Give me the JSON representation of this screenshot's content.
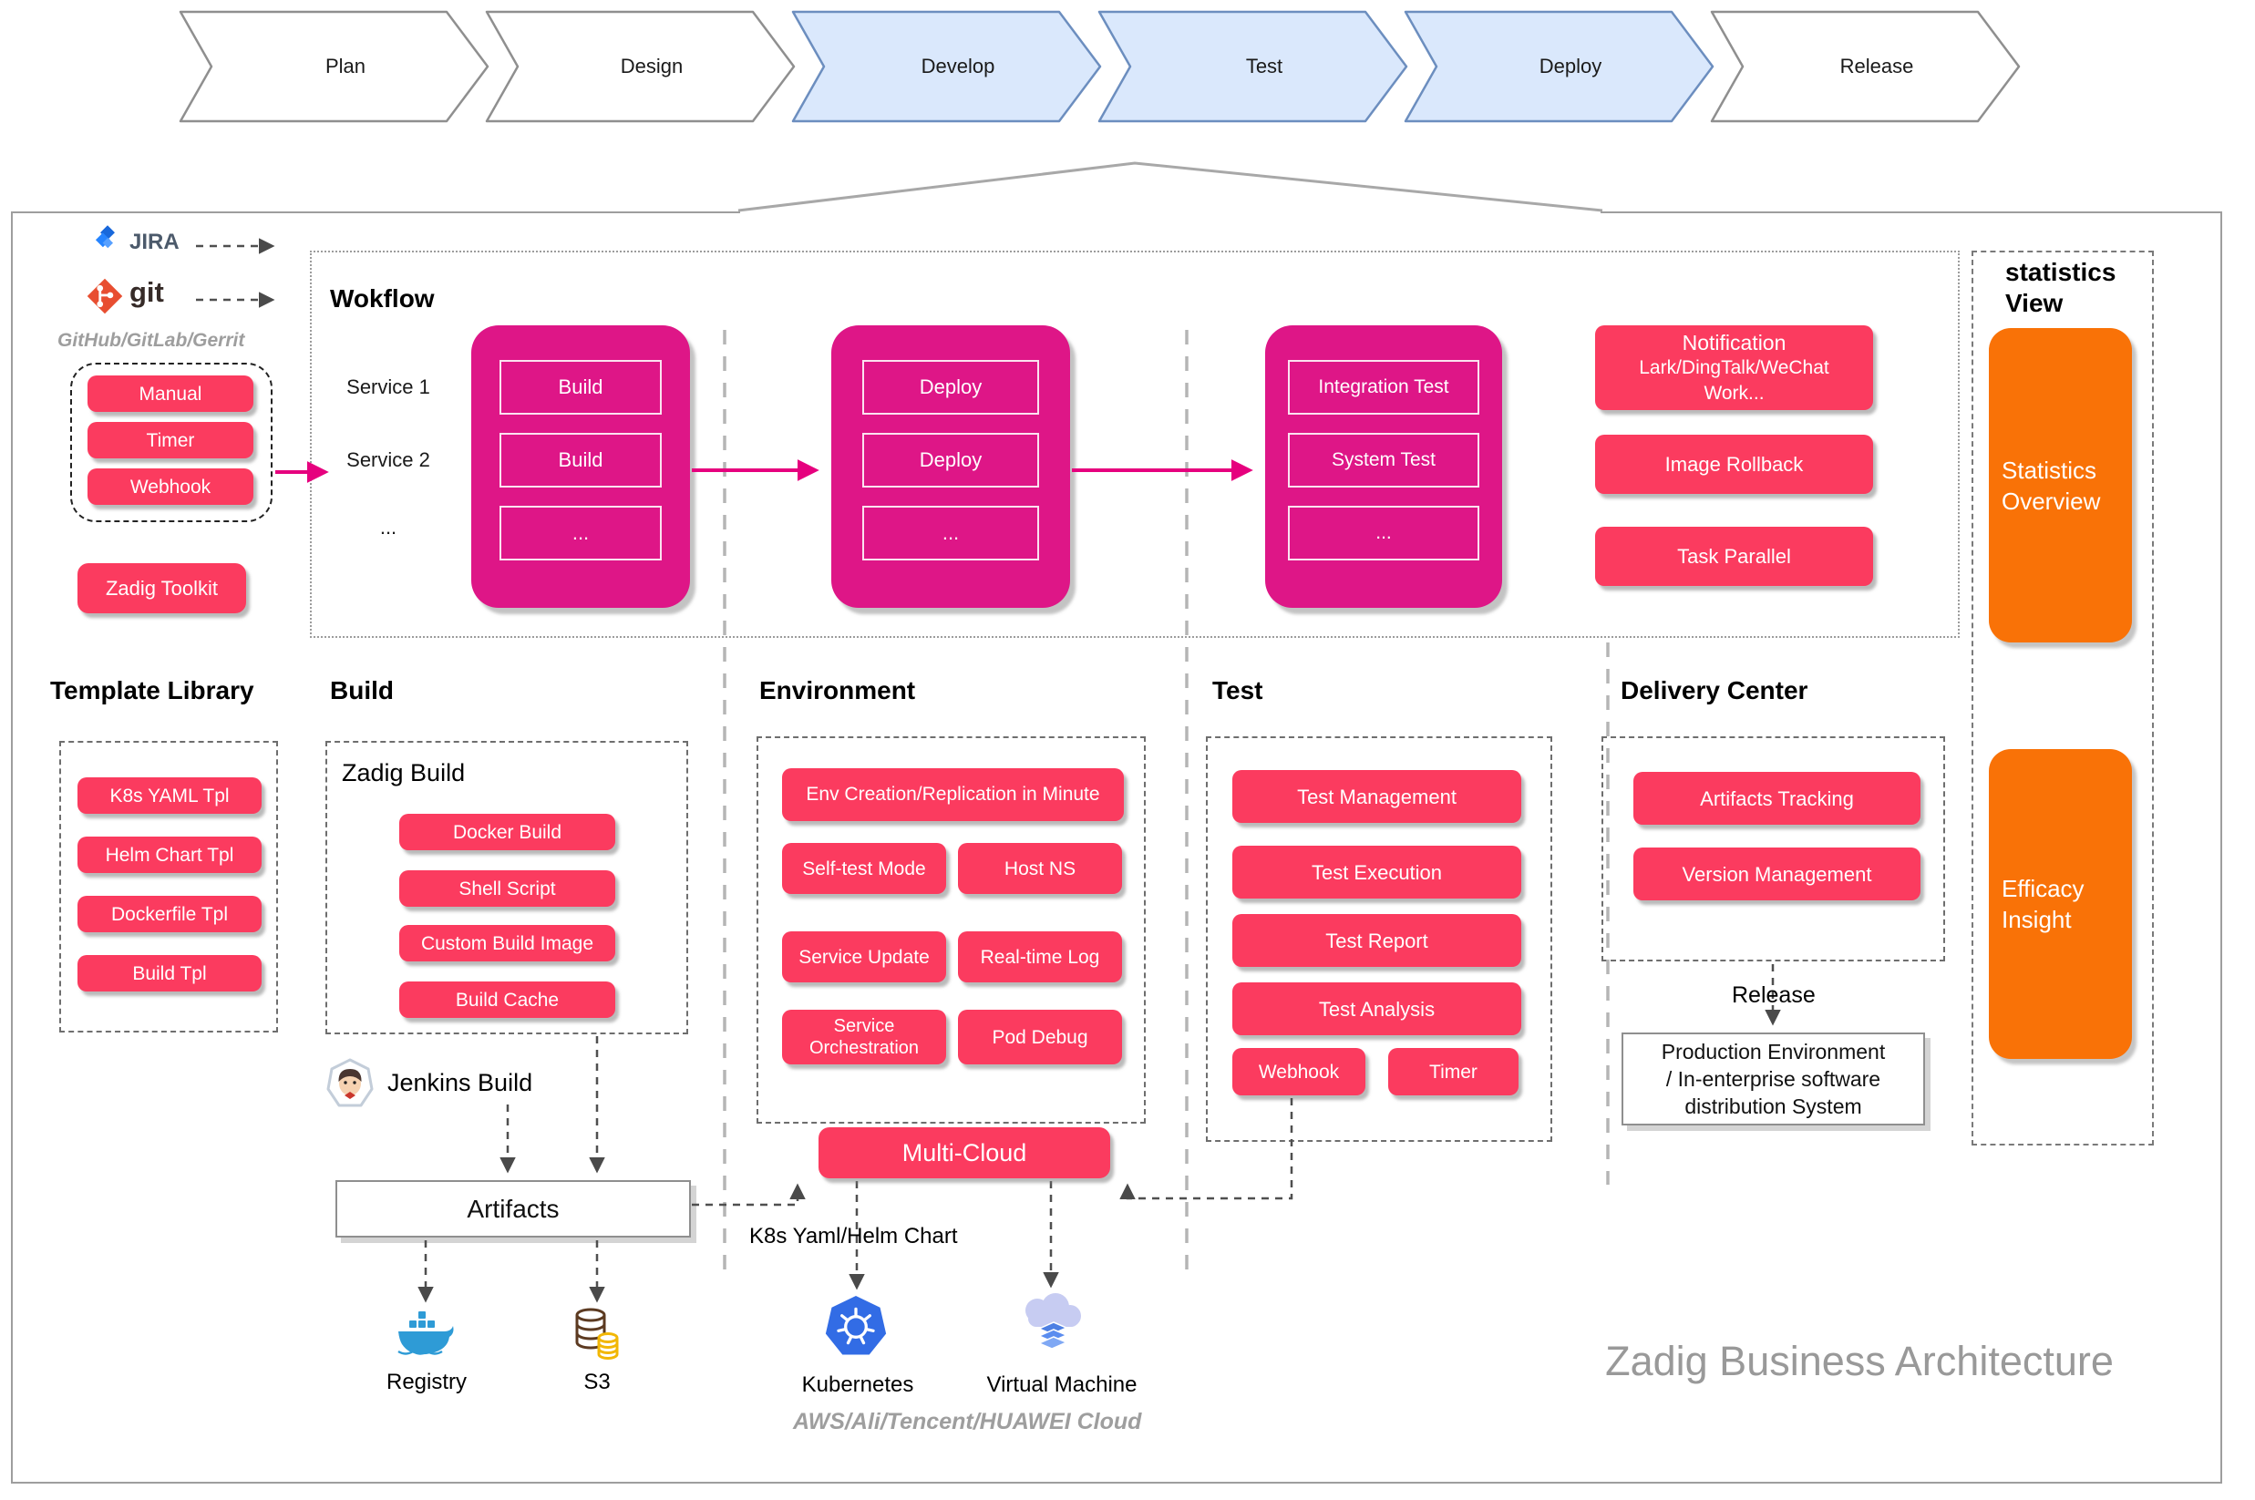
{
  "pipeline": {
    "stages": [
      {
        "label": "Plan",
        "active": false
      },
      {
        "label": "Design",
        "active": false
      },
      {
        "label": "Develop",
        "active": true
      },
      {
        "label": "Test",
        "active": true
      },
      {
        "label": "Deploy",
        "active": true
      },
      {
        "label": "Release",
        "active": false
      }
    ]
  },
  "sources": {
    "jira_label": "JIRA",
    "git_label": "git",
    "providers_label": "GitHub/GitLab/Gerrit",
    "triggers": [
      "Manual",
      "Timer",
      "Webhook"
    ],
    "toolkit_label": "Zadig Toolkit"
  },
  "workflow": {
    "title": "Wokflow",
    "service_labels": [
      "Service 1",
      "Service 2",
      "..."
    ],
    "build_stage": {
      "steps": [
        "Build",
        "Build",
        "..."
      ]
    },
    "deploy_stage": {
      "steps": [
        "Deploy",
        "Deploy",
        "..."
      ]
    },
    "test_stage": {
      "steps": [
        "Integration Test",
        "System Test",
        "..."
      ]
    },
    "notification": {
      "line1": "Notification",
      "line2": "Lark/DingTalk/WeChat",
      "line3": "Work..."
    },
    "image_rollback": "Image Rollback",
    "task_parallel": "Task Parallel"
  },
  "statistics": {
    "title_line1": "statistics",
    "title_line2": "View",
    "overview": "Statistics Overview",
    "efficacy": "Efficacy Insight"
  },
  "template_library": {
    "title": "Template Library",
    "items": [
      "K8s YAML Tpl",
      "Helm Chart Tpl",
      "Dockerfile Tpl",
      "Build Tpl"
    ]
  },
  "build": {
    "title": "Build",
    "zadig_build_label": "Zadig Build",
    "items": [
      "Docker Build",
      "Shell Script",
      "Custom Build Image",
      "Build Cache"
    ],
    "jenkins_label": "Jenkins Build",
    "artifacts_label": "Artifacts",
    "registry_label": "Registry",
    "s3_label": "S3"
  },
  "environment": {
    "title": "Environment",
    "banner": "Env Creation/Replication in Minute",
    "features": [
      "Self-test Mode",
      "Host NS",
      "Service Update",
      "Real-time Log",
      "Service Orchestration",
      "Pod Debug"
    ],
    "multi_cloud_label": "Multi-Cloud",
    "k8s_yaml_label": "K8s Yaml/Helm Chart",
    "kubernetes_label": "Kubernetes",
    "vm_label": "Virtual Machine",
    "clouds_label": "AWS/Ali/Tencent/HUAWEI Cloud"
  },
  "test": {
    "title": "Test",
    "items": [
      "Test Management",
      "Test Execution",
      "Test Report",
      "Test Analysis"
    ],
    "webhook_label": "Webhook",
    "timer_label": "Timer"
  },
  "delivery": {
    "title": "Delivery Center",
    "items": [
      "Artifacts Tracking",
      "Version Management"
    ],
    "release_label": "Release",
    "production_lines": [
      "Production Environment",
      "/ In-enterprise software",
      "distribution System"
    ]
  },
  "footer": {
    "caption": "Zadig Business Architecture"
  },
  "colors": {
    "magenta_group": "#DE1687",
    "pink_button": "#FB3B5F",
    "orange_box": "#F97207",
    "chevron_active_fill": "#DAE8FC",
    "chevron_active_border": "#6C8EBF",
    "magenta_arrow": "#E6007E"
  }
}
